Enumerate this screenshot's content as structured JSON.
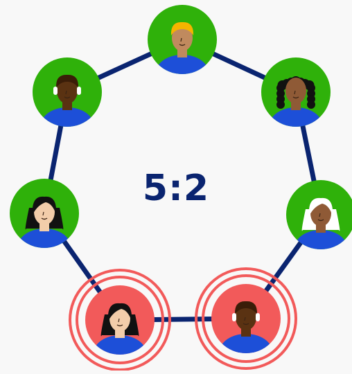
{
  "center_label": "5:2",
  "colors": {
    "background": "#f8f8f8",
    "edge": "#0a2470",
    "label": "#0a2470",
    "group_a_fill": "#2fb10a",
    "group_b_fill": "#f25a5a",
    "group_b_ring": "#f25a5a",
    "shirt": "#1d4fd8"
  },
  "nodes": [
    {
      "id": "top",
      "group": "a",
      "skin": "#c08a5e",
      "hair": "#f5b400",
      "hair_style": "short",
      "highlighted": false
    },
    {
      "id": "upper-right",
      "group": "a",
      "skin": "#8f5a36",
      "hair": "#111111",
      "hair_style": "curly",
      "highlighted": false
    },
    {
      "id": "right",
      "group": "a",
      "skin": "#8f5a36",
      "hair": "#ffffff",
      "hair_style": "long",
      "highlighted": false
    },
    {
      "id": "bottom-right",
      "group": "b",
      "skin": "#5a3212",
      "hair": "#3a1d08",
      "hair_style": "short-headphones",
      "highlighted": true
    },
    {
      "id": "bottom-left",
      "group": "b",
      "skin": "#f2cdaa",
      "hair": "#111111",
      "hair_style": "long",
      "highlighted": true
    },
    {
      "id": "left",
      "group": "a",
      "skin": "#f2cdaa",
      "hair": "#111111",
      "hair_style": "long",
      "highlighted": false
    },
    {
      "id": "upper-left",
      "group": "a",
      "skin": "#5a3212",
      "hair": "#3a1d08",
      "hair_style": "short-headphones",
      "highlighted": false
    }
  ]
}
